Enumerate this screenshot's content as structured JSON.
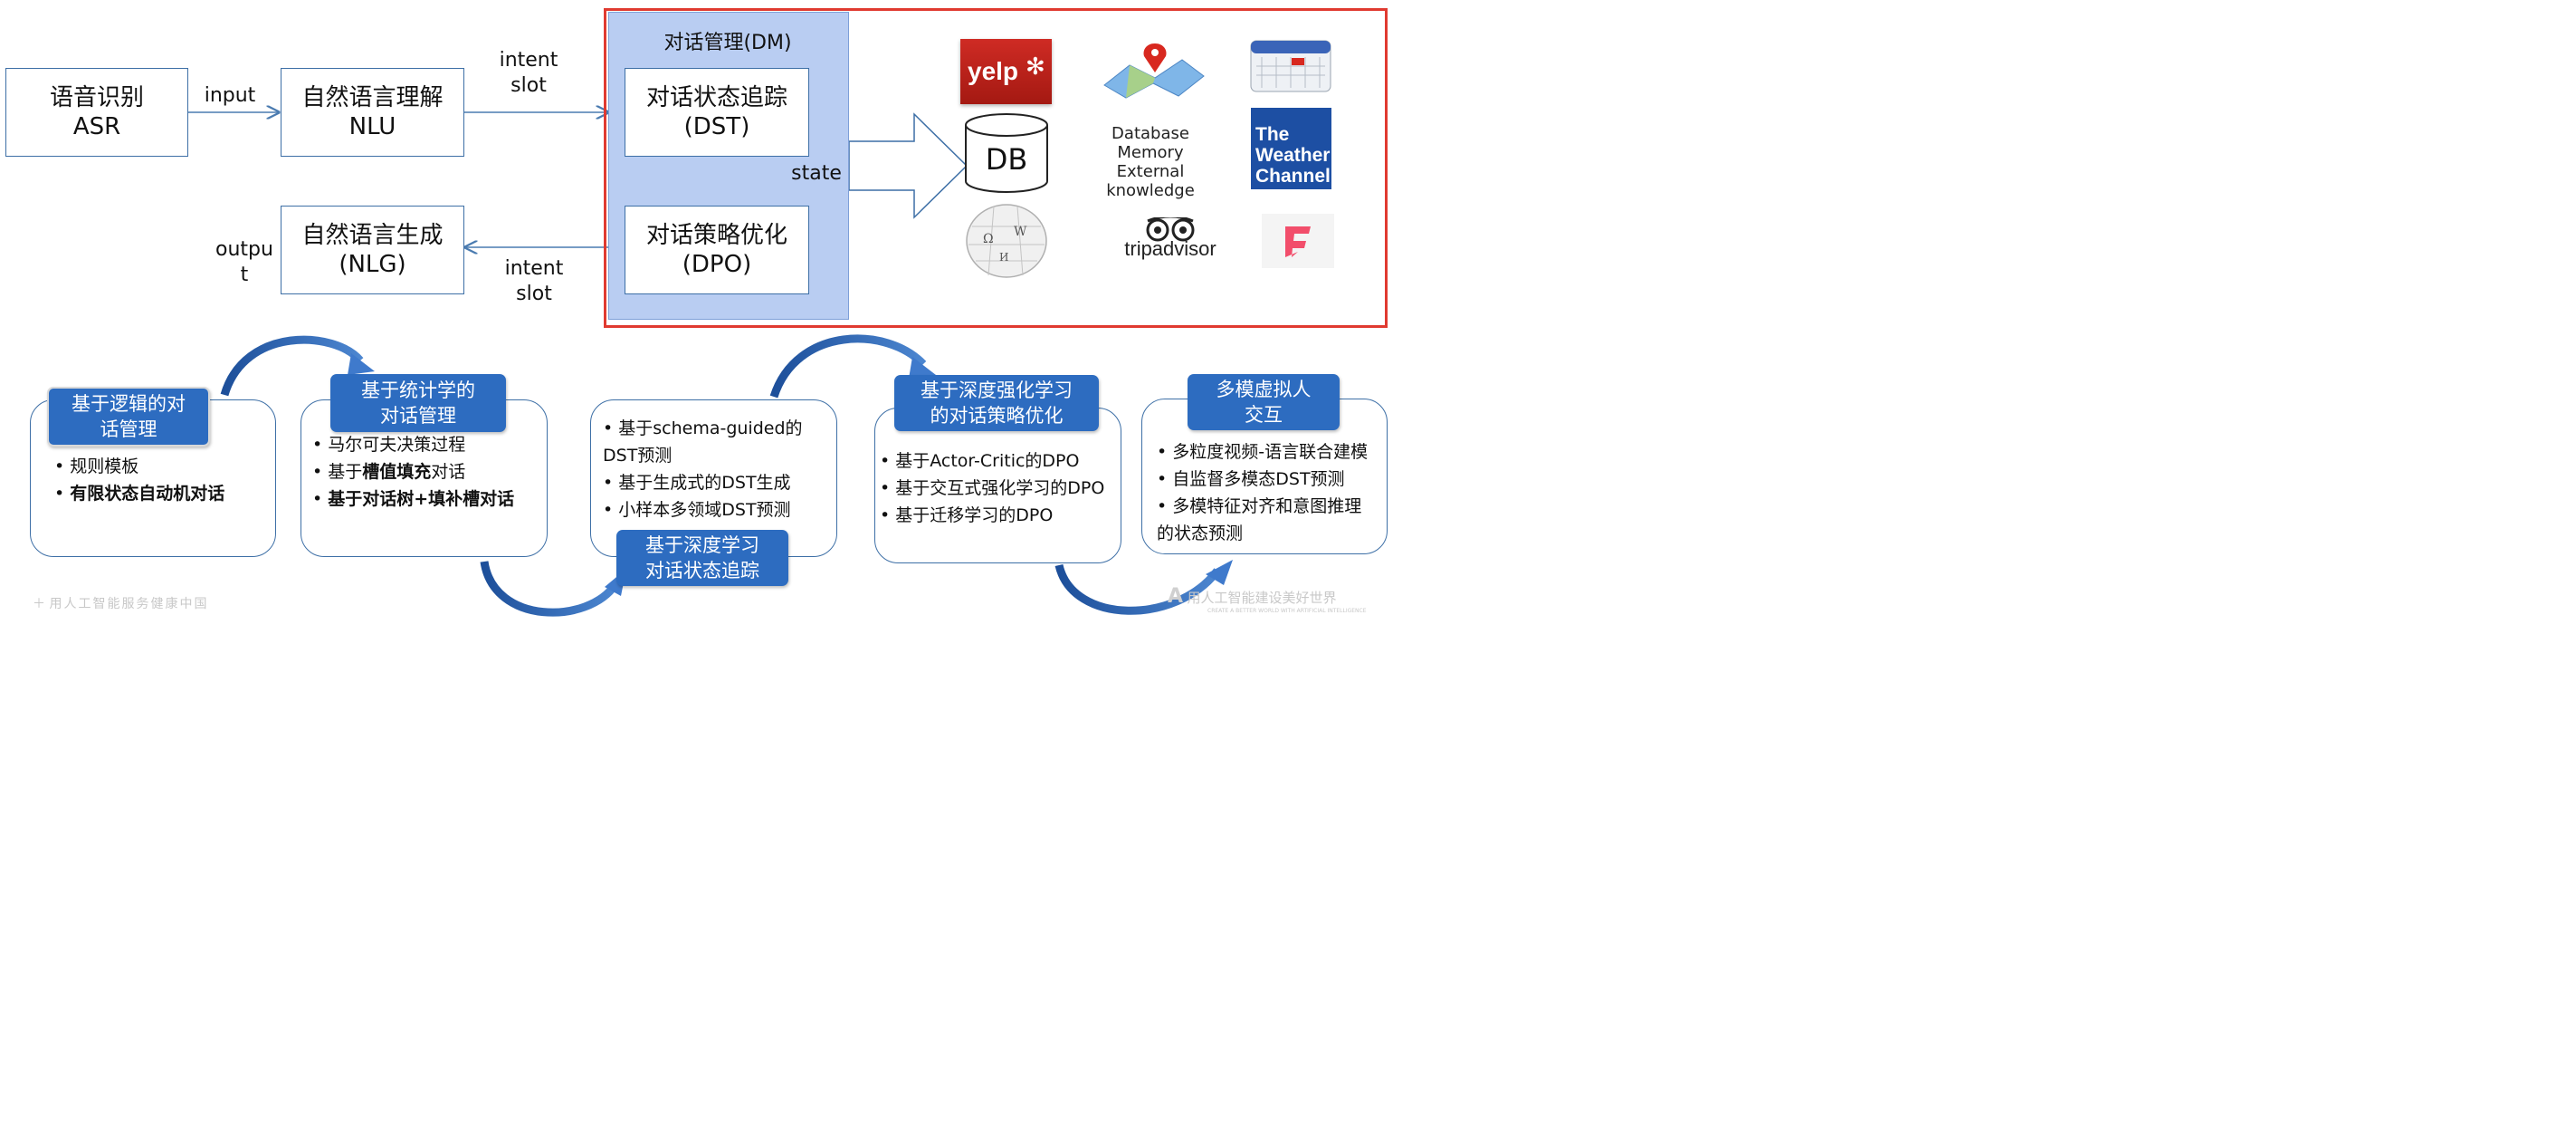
{
  "pipeline": {
    "asr": [
      "语音识别",
      "ASR"
    ],
    "nlu": [
      "自然语言理解",
      "NLU"
    ],
    "nlg": [
      "自然语言生成",
      "(NLG)"
    ],
    "input_label": "input",
    "output_label": [
      "outpu",
      "t"
    ],
    "intent_slot_top": [
      "intent",
      "slot"
    ],
    "intent_slot_bottom": [
      "intent",
      "slot"
    ]
  },
  "dm": {
    "title": "对话管理(DM)",
    "dst": [
      "对话状态追踪",
      "(DST)"
    ],
    "dpo": [
      "对话策略优化",
      "(DPO)"
    ],
    "state_label": "state"
  },
  "knowledge": {
    "db_label": "DB",
    "caption": [
      "Database",
      "Memory",
      "External",
      "knowledge"
    ],
    "logos": {
      "yelp": "yelp",
      "weather": [
        "The",
        "Weather",
        "Channel"
      ],
      "tripadvisor": "tripadvisor"
    }
  },
  "stages": [
    {
      "title": [
        "基于逻辑的对",
        "话管理"
      ],
      "bullets": [
        "规则模板",
        "有限状态自动机对话"
      ]
    },
    {
      "title": [
        "基于统计学的",
        "对话管理"
      ],
      "bullets": [
        "马尔可夫决策过程",
        "基于",
        "槽值填充",
        "对话",
        "基于对话树+填补槽对话"
      ]
    },
    {
      "title": [
        "基于深度学习",
        "对话状态追踪"
      ],
      "bullets": [
        "基于schema-guided的",
        "DST预测",
        "基于生成式的DST生成",
        "小样本多领域DST预测"
      ]
    },
    {
      "title": [
        "基于深度强化学习",
        "的对话策略优化"
      ],
      "bullets": [
        "基于Actor-Critic的DPO",
        "基于交互式强化学习的DPO",
        "基于迁移学习的DPO"
      ]
    },
    {
      "title": [
        "多模虚拟人",
        "交互"
      ],
      "bullets": [
        "多粒度视频-语言联合建模",
        "自监督多模态DST预测",
        "多模特征对齐和意图推理",
        "的状态预测"
      ]
    }
  ],
  "footer": {
    "left": "用人工智能服务健康中国",
    "right": "用人工智能建设美好世界",
    "right_sub": "CREATE A BETTER WORLD WITH ARTIFICIAL INTELLIGENCE"
  },
  "colors": {
    "accent_blue": "#2d6cc0",
    "box_border": "#3d6fa6",
    "dm_fill": "#b9cdf2",
    "highlight_border": "#e03a30"
  }
}
